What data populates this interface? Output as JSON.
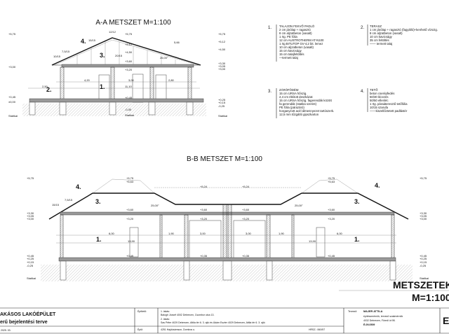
{
  "sections": {
    "aa": {
      "title": "A-A METSZET M=1:100",
      "left_levels": [
        "+5,75",
        "+3,00",
        "+0,45",
        "±0,00",
        "Statikai"
      ],
      "right_levels": [
        "+5,75",
        "+5,12",
        "+4,50",
        "+3,30",
        "+3,05",
        "+3,00",
        "+0,25",
        "+0,15",
        "-0,25",
        "Statikai"
      ],
      "inner_levels": [
        "+5,75",
        "+5,12",
        "+4,50",
        "+3,60",
        "+3,20",
        "+0,45",
        "-0,30",
        "Statikai"
      ],
      "labels": {
        "n1": "1.",
        "n2": "2.",
        "n3": "3.",
        "n4": "4."
      },
      "dims": [
        "4,20",
        "3,00",
        "2,80",
        "11,10",
        "2,50",
        "5,66",
        "26,00°",
        "12/12",
        "15/15",
        "7,5/15",
        "10/15",
        "20/15"
      ]
    },
    "bb": {
      "title": "B-B METSZET M=1:100",
      "left_levels": [
        "+5,75",
        "+3,30",
        "+3,05",
        "+3,00",
        "+0,45",
        "+0,25",
        "+0,15",
        "-0,25",
        "Statikai"
      ],
      "right_levels": [
        "+5,75",
        "+3,30",
        "+3,05",
        "+3,00",
        "+0,45",
        "+0,25",
        "+0,15",
        "-0,25",
        "Statikai"
      ],
      "inner_levels": [
        "+5,75",
        "+5,63",
        "+5,24",
        "+5,24",
        "+5,75",
        "+5,63",
        "+3,60",
        "+3,60",
        "+3,60",
        "+3,60",
        "+3,20",
        "+3,20",
        "+3,20",
        "+3,20",
        "+0,45",
        "+0,35",
        "+0,35",
        "+0,45"
      ],
      "labels": {
        "n1": "1.",
        "n3": "3.",
        "n4": "4."
      },
      "dims": [
        "6,00",
        "1,90",
        "3,00",
        "3,00",
        "1,90",
        "6,00",
        "13,90",
        "13,90",
        "25,00°",
        "25,00°",
        "7,5/15",
        "15/15"
      ]
    }
  },
  "notes": [
    {
      "num": "1.",
      "title": "TALAJON FEKVŐ PADLÓ",
      "lines": [
        "2 cm járólap + ragasztó",
        "8 cm aljzatbeton (vasalt)",
        "1 rtg. PE fólia",
        "12 cm AUSTROTHERM AT-N100",
        "1 rtg BITUTOP GV-4,2 bit. lemez",
        "10 cm aljzatbeton (vasalt)",
        "15 cm kavicságy",
        "15 cm talajfeltöltés",
        "—termett talaj"
      ]
    },
    {
      "num": "2.",
      "title": "TERASZ",
      "lines": [
        "1 cm járólap + ragasztó (fagyálló)+kenhető vízszig.",
        "8 cm aljzatbeton (vasalt)",
        "10 cm kavicságy",
        "35 cm feltöltés",
        "—— termett talaj"
      ]
    },
    {
      "num": "3.",
      "title": "ZÁRÓFÖDÉM",
      "lines": [
        "15 cm URSA hőszig.",
        "2,4 cm ritkított deszkázat",
        "15 cm URSA hőszig. fagerendák között",
        "fa gerendák (statika szerint)",
        "PE fólia (párazáró)",
        "horganyzott acél álmennyezet tartószerk.",
        "12,5 mm tűzgátló gipszkarton"
      ]
    },
    {
      "num": "4.",
      "title": "TETŐ",
      "lines": [
        "beton cserépfedés",
        "50/30 lécezés",
        "50/50 ellenléc",
        "1 rtg. páraáteresztő tetőfólia",
        "10/15 szarufa",
        "——kiszellőztetett padlástér"
      ]
    }
  ],
  "sheet": {
    "title": "METSZETEK",
    "scale": "M=1:100"
  },
  "title_block": {
    "project_line1": "AKÁSOS LAKÓÉPÜLET",
    "project_line2": "erű bejelentési terve",
    "date": "2025. 03.",
    "client_label": "Építtető:",
    "client_1_label": "1. lakás:",
    "client_1": "Balogh József 4002 Debrecen, Csombor utca 13.",
    "client_2_label": "2. lakás:",
    "client_2": "Sas Péter 4029 Debrecen, Attila tér 6. 3. ajtó és Ádám Eszter 4029 Debrecen, Attila tér 6. 3. ajtó",
    "site_label": "Épül:",
    "site": "4251 Hajdúsámson, Dombos u.",
    "hrsz": "HRSZ.: 840/57",
    "designer_label": "Tervező:",
    "designer_name": "MAJER ATTILA",
    "designer_title": "építészmérnök, tervező szakmérnök",
    "designer_address": "4032 Debrecen, Füredi út 98.",
    "designer_id": "É-09-0509",
    "sheet_code": "E"
  }
}
